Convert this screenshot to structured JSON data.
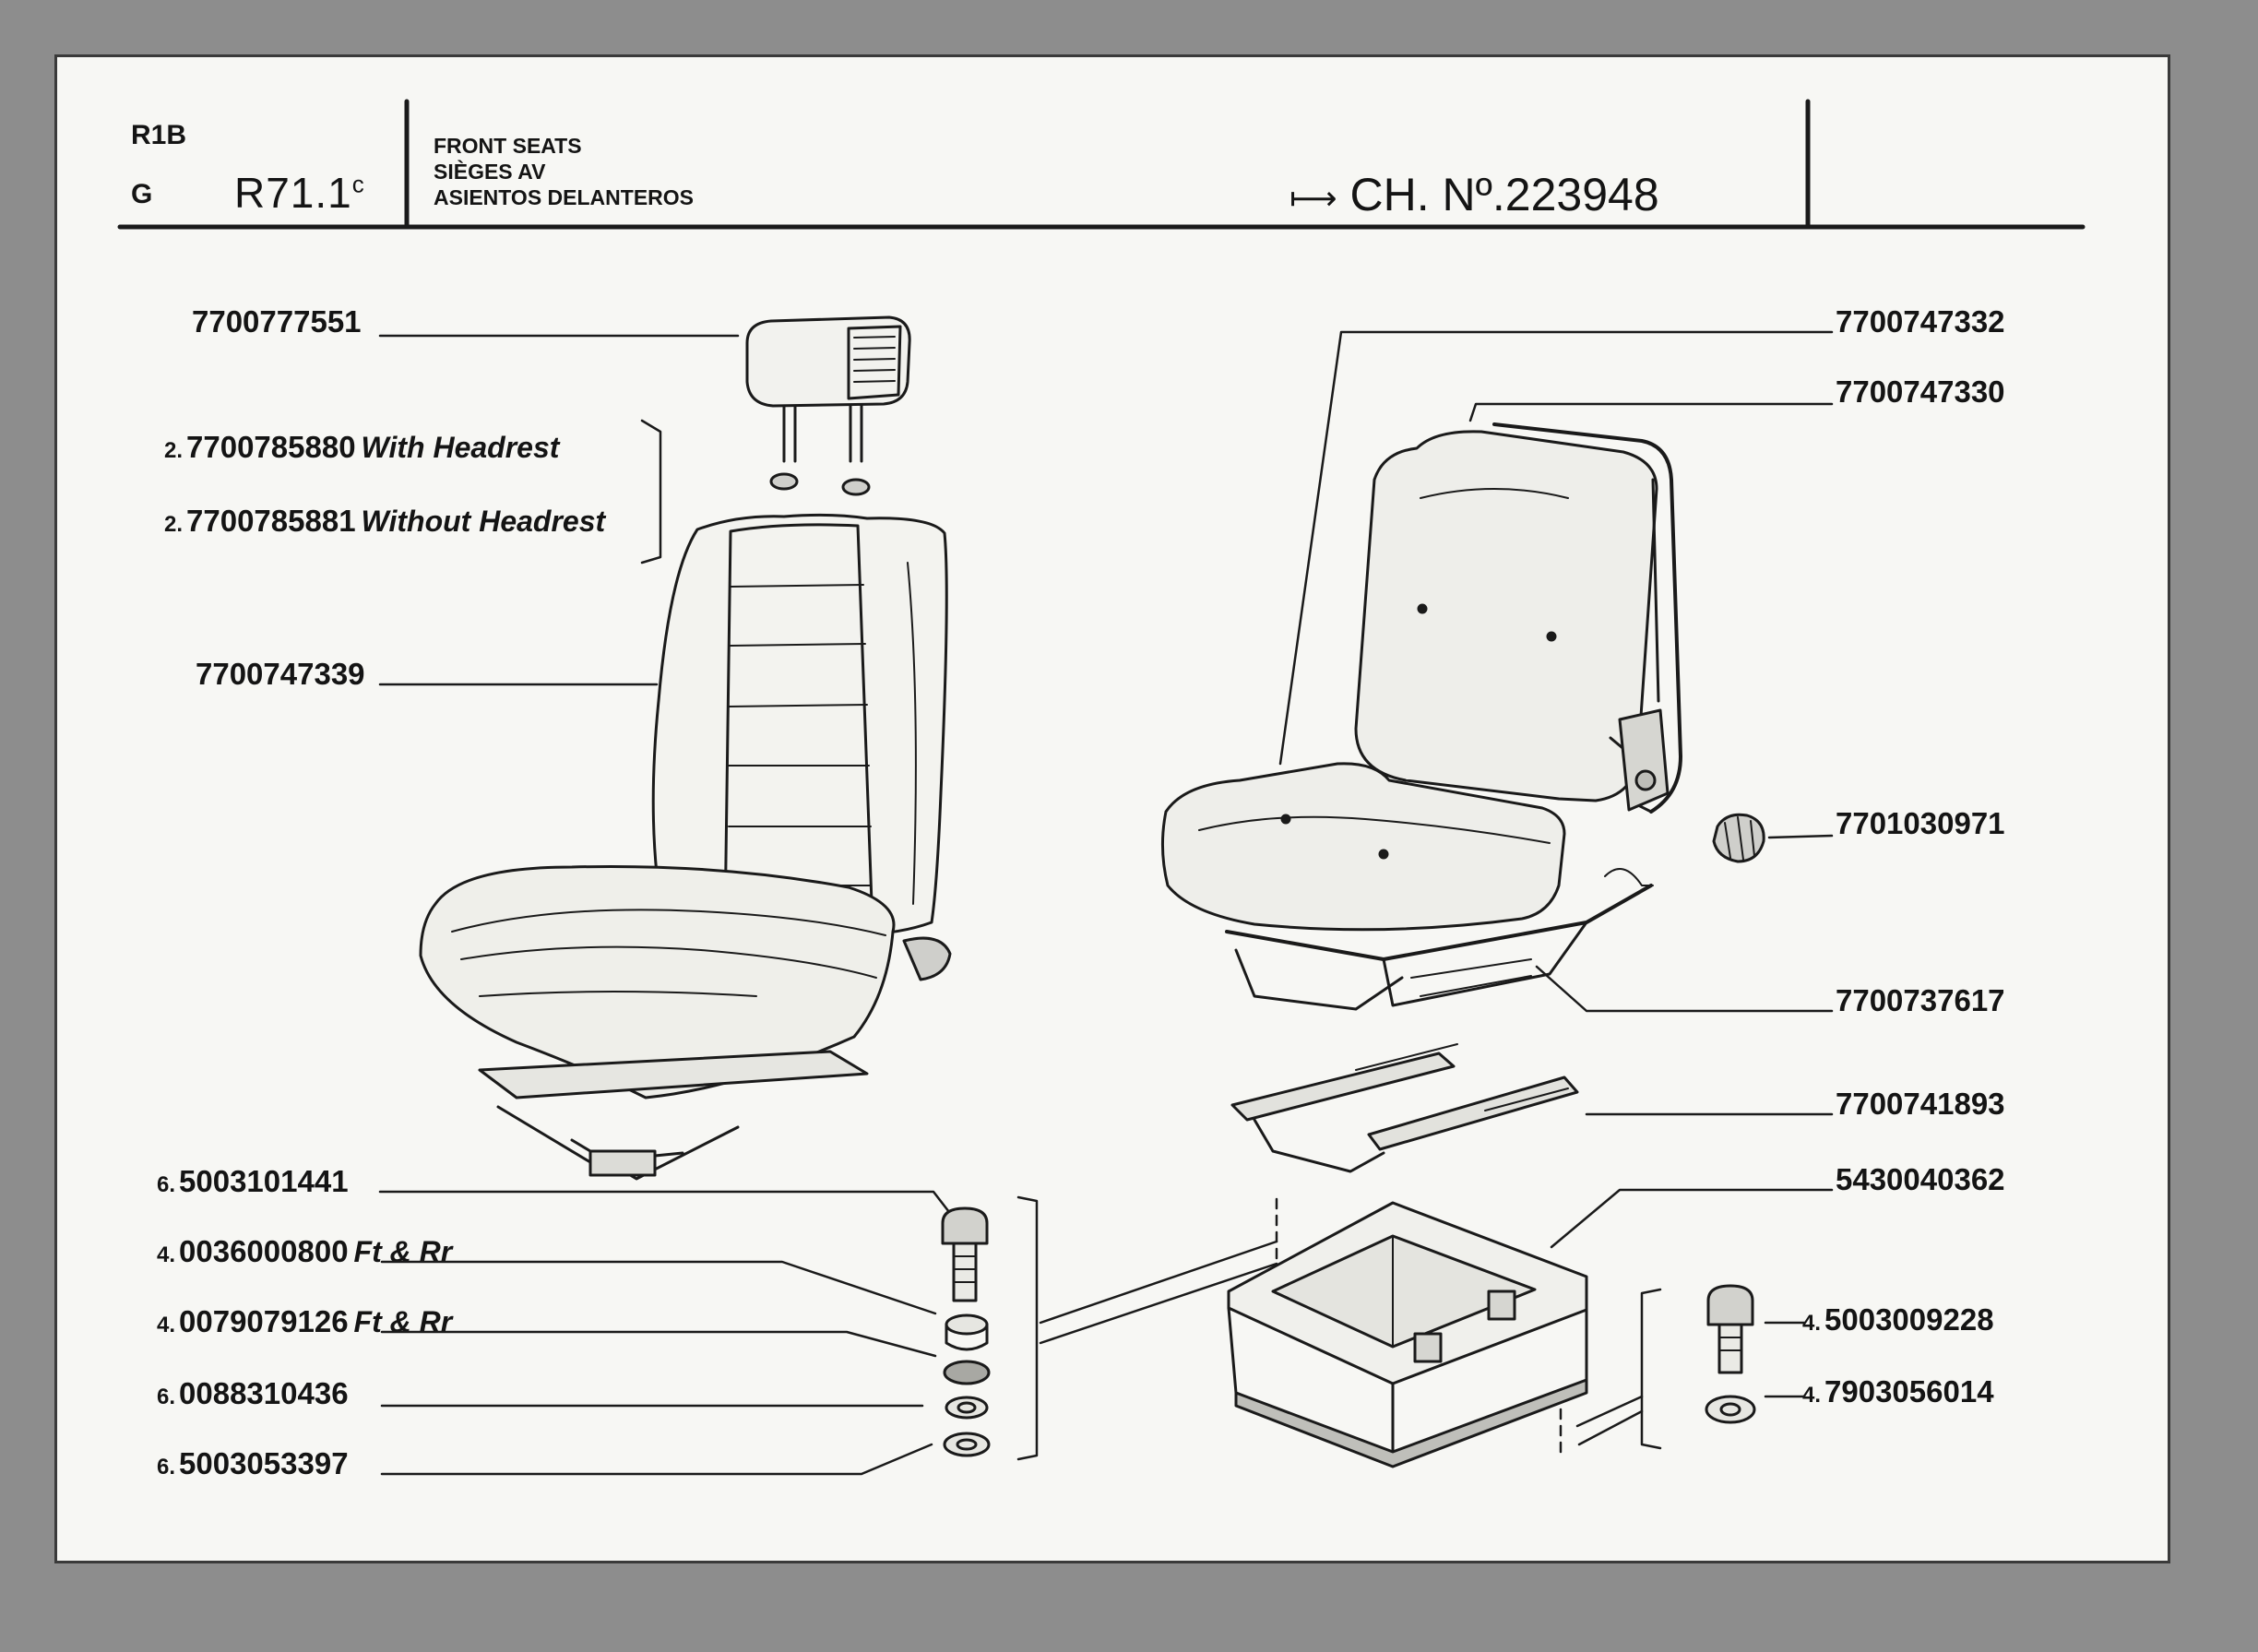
{
  "header": {
    "model": "R1B",
    "group": "G",
    "page_code": "R71.1",
    "page_code_suffix": "c",
    "title_en": "FRONT SEATS",
    "title_fr": "SIÈGES AV",
    "title_es": "ASIENTOS DELANTEROS",
    "chassis": "CH. Nº.223948"
  },
  "parts_left": [
    {
      "qty": "",
      "number": "7700777551",
      "note": ""
    },
    {
      "qty": "2.",
      "number": "7700785880",
      "note": "With Headrest"
    },
    {
      "qty": "2.",
      "number": "7700785881",
      "note": "Without Headrest"
    },
    {
      "qty": "",
      "number": "7700747339",
      "note": ""
    },
    {
      "qty": "6.",
      "number": "5003101441",
      "note": ""
    },
    {
      "qty": "4.",
      "number": "0036000800",
      "note": "Ft & Rr"
    },
    {
      "qty": "4.",
      "number": "0079079126",
      "note": "Ft & Rr"
    },
    {
      "qty": "6.",
      "number": "0088310436",
      "note": ""
    },
    {
      "qty": "6.",
      "number": "5003053397",
      "note": ""
    }
  ],
  "parts_right": [
    {
      "qty": "",
      "number": "7700747332"
    },
    {
      "qty": "",
      "number": "7700747330"
    },
    {
      "qty": "",
      "number": "7701030971"
    },
    {
      "qty": "",
      "number": "7700737617"
    },
    {
      "qty": "",
      "number": "7700741893"
    },
    {
      "qty": "",
      "number": "5430040362"
    },
    {
      "qty": "4.",
      "number": "5003009228"
    },
    {
      "qty": "4.",
      "number": "7903056014"
    }
  ]
}
